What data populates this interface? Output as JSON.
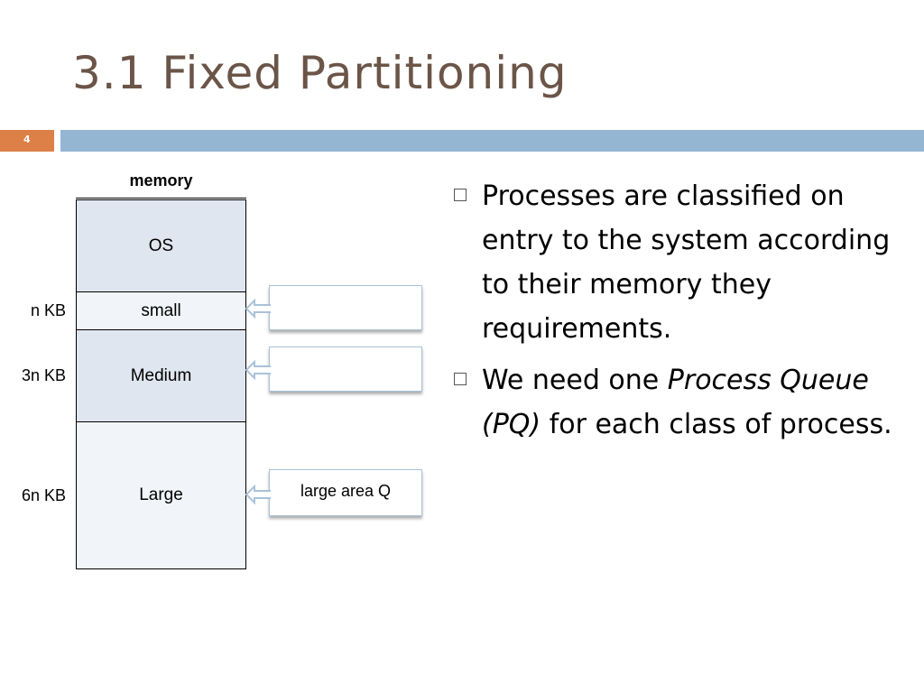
{
  "slide": {
    "title": "3.1 Fixed Partitioning",
    "number": "4",
    "colors": {
      "title": "#6b5548",
      "number_box": "#dd8047",
      "bar": "#94b6d2"
    }
  },
  "diagram": {
    "header": "memory",
    "blocks": [
      {
        "label": "OS"
      },
      {
        "label": "small",
        "side_label": "n KB"
      },
      {
        "label": "Medium",
        "side_label": "3n KB"
      },
      {
        "label": "Large",
        "side_label": "6n KB"
      }
    ],
    "queues": [
      {
        "label": ""
      },
      {
        "label": ""
      },
      {
        "label": "large area Q"
      }
    ]
  },
  "bullets": [
    {
      "text": "Processes are classified on entry to the system according to their memory they requirements."
    },
    {
      "parts": [
        "We need one ",
        "Process Queue (PQ)",
        " for each class of process."
      ]
    }
  ]
}
